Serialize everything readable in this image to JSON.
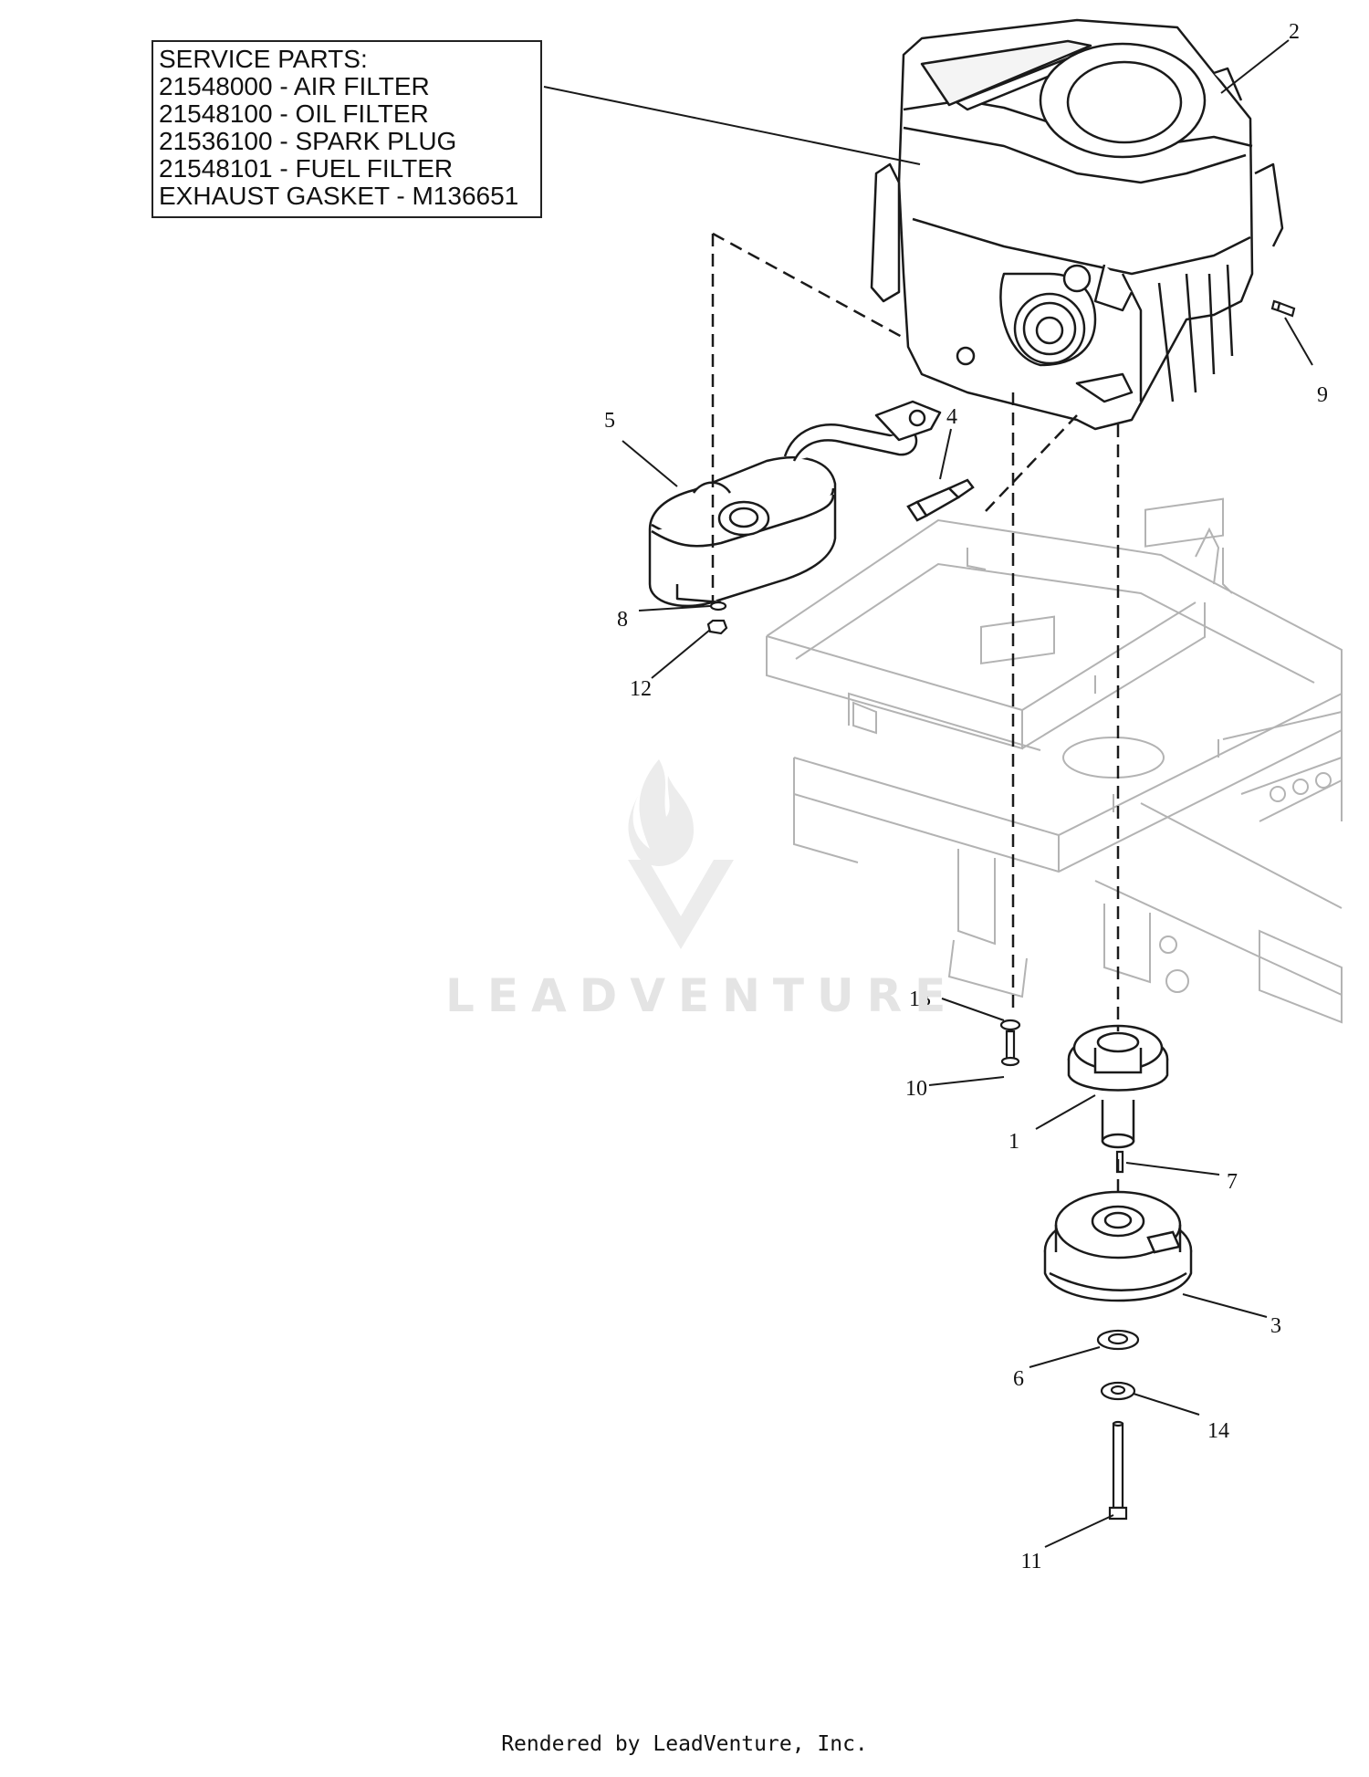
{
  "service_parts": {
    "lines": [
      "SERVICE PARTS:",
      "21548000 - AIR FILTER",
      "21548100 - OIL FILTER",
      "21536100 - SPARK PLUG",
      "21548101 - FUEL FILTER",
      "EXHAUST GASKET - M136651"
    ]
  },
  "callouts": [
    "1",
    "2",
    "3",
    "4",
    "5",
    "6",
    "7",
    "8",
    "9",
    "10",
    "11",
    "12",
    "13",
    "14"
  ],
  "watermark": {
    "text": "LEADVENTURE"
  },
  "footer": {
    "text": "Rendered by LeadVenture, Inc."
  }
}
